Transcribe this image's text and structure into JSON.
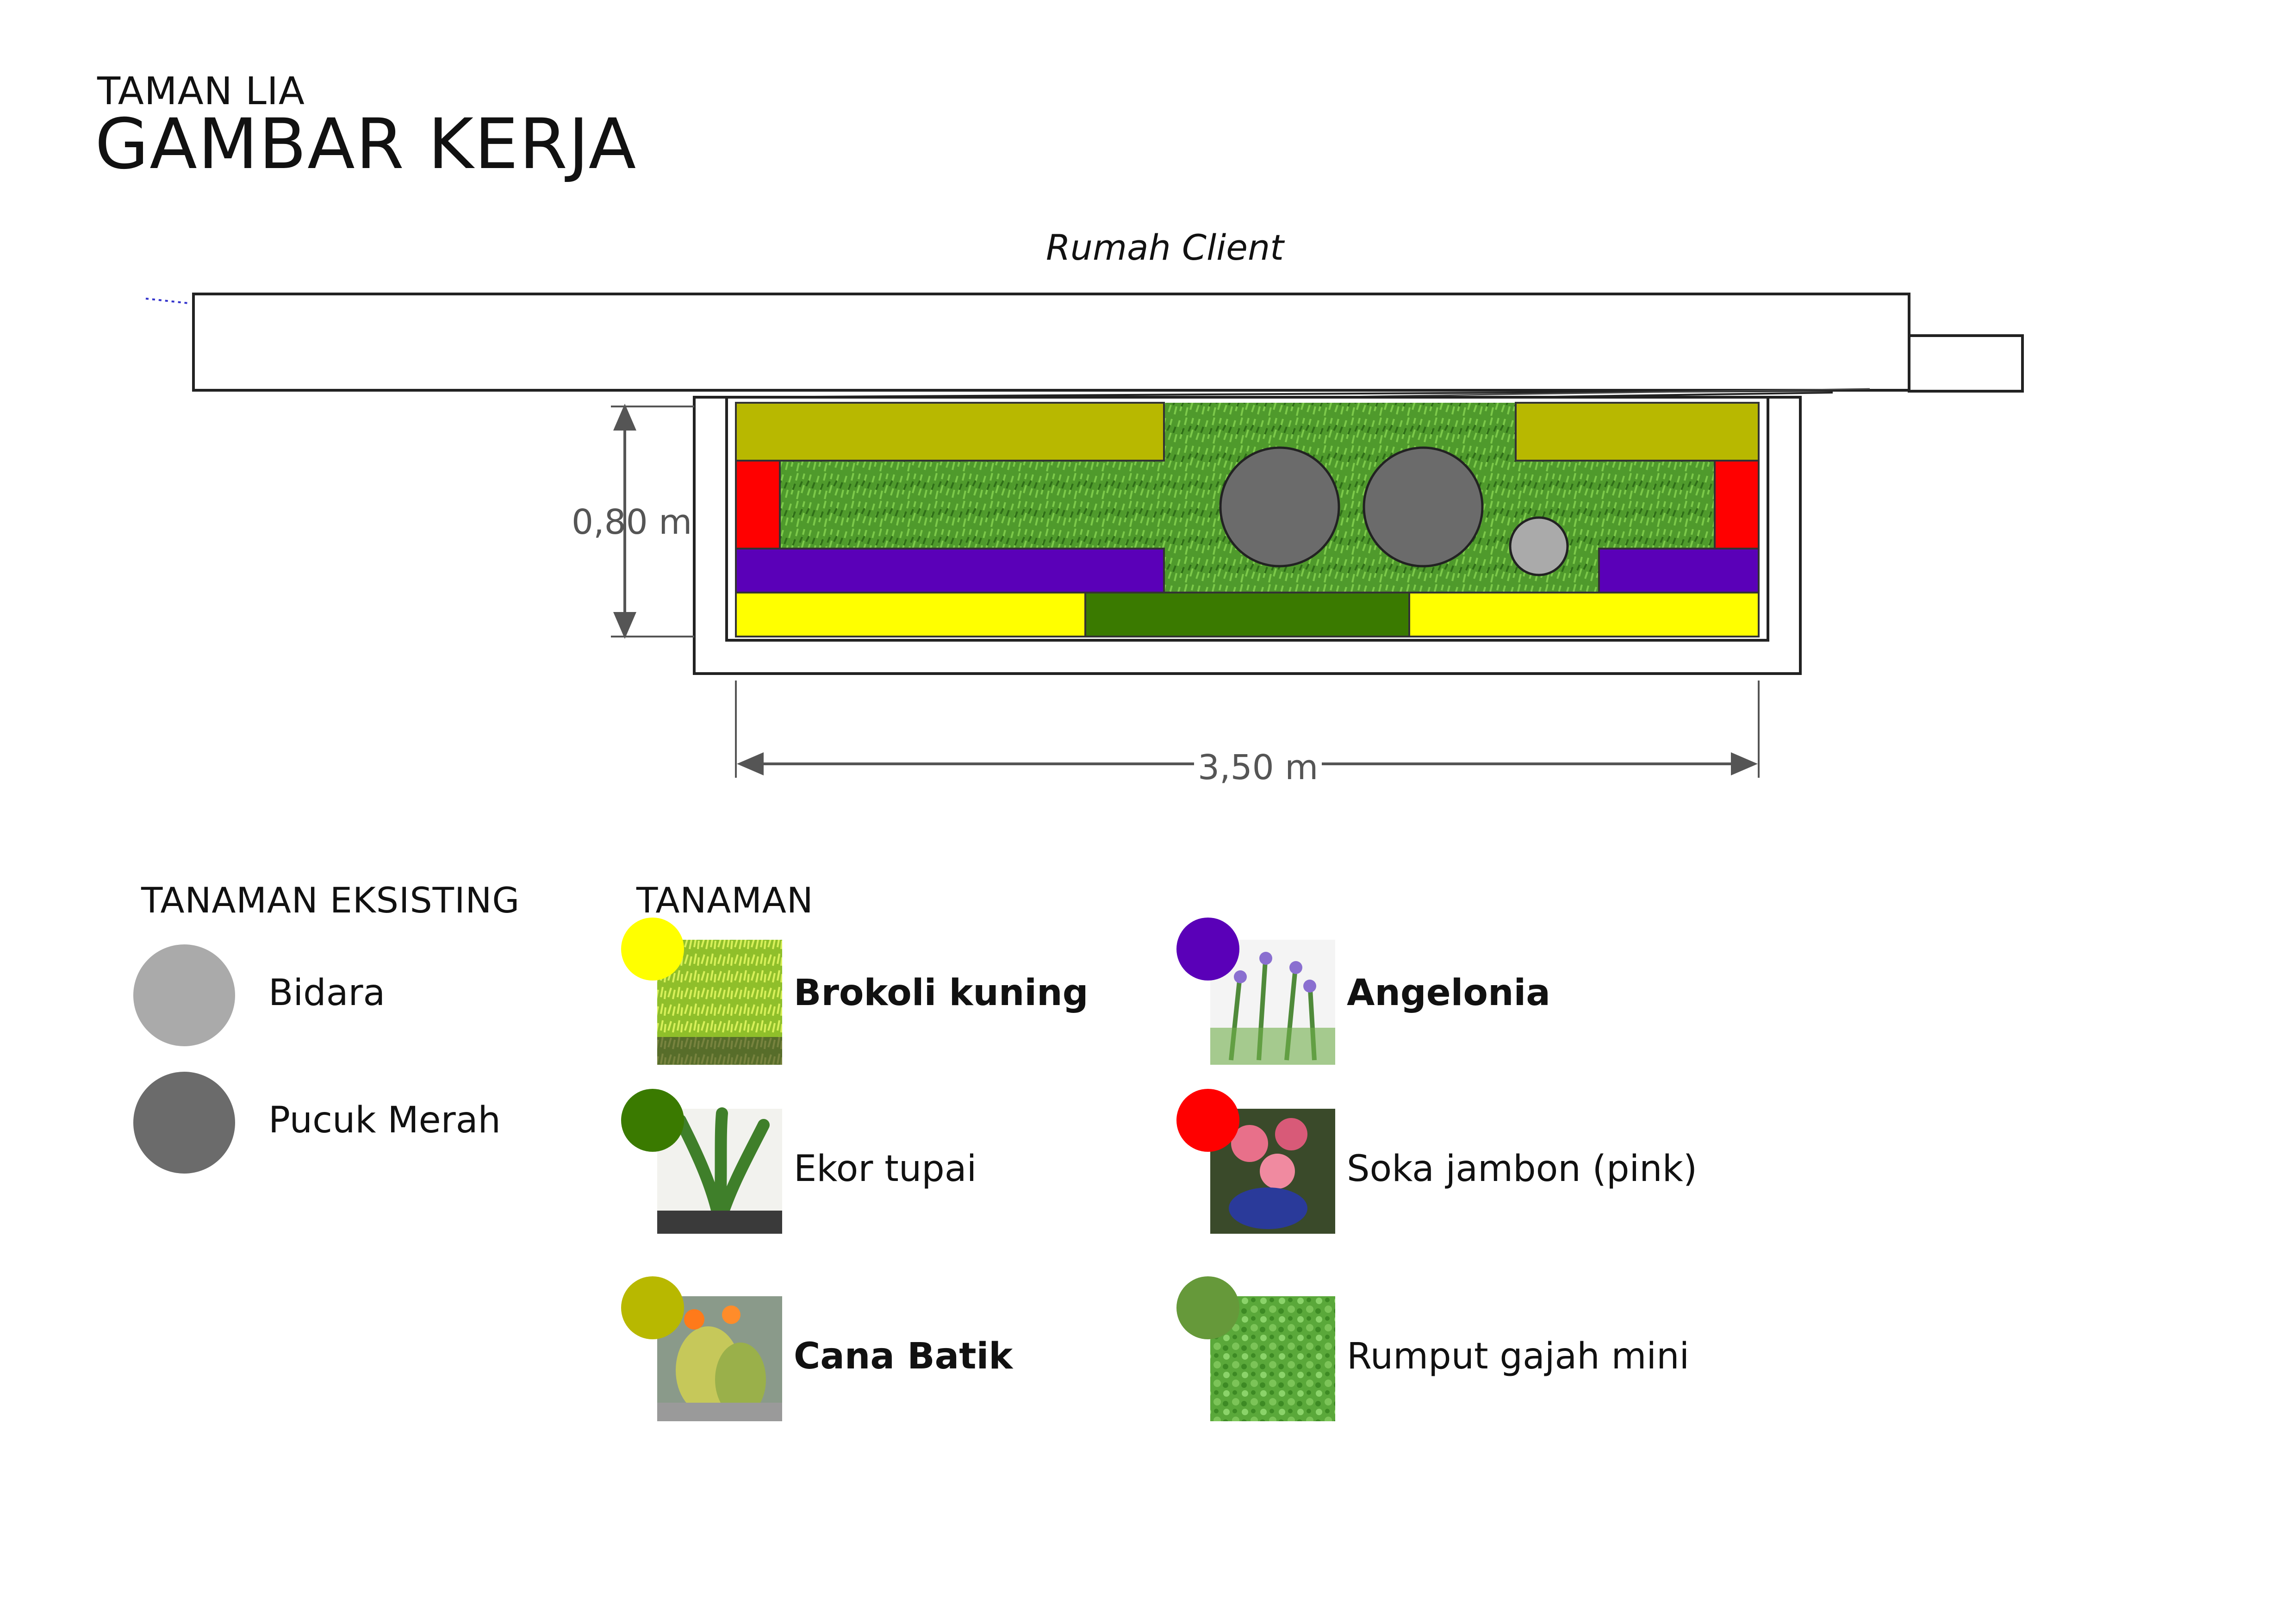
{
  "header": {
    "subtitle": "TAMAN LIA",
    "title": "GAMBAR KERJA"
  },
  "plan": {
    "house_label": "Rumah Client",
    "height_dimension": "0,80 m",
    "width_dimension": "3,50 m"
  },
  "legend": {
    "existing_title": "TANAMAN EKSISTING",
    "existing": [
      {
        "label": "Bidara",
        "color": "#aaaaaa"
      },
      {
        "label": "Pucuk Merah",
        "color": "#6b6b6b"
      }
    ],
    "plants_title": "TANAMAN",
    "plants": [
      {
        "label": "Brokoli kuning",
        "color": "#ffff00",
        "bold": true,
        "photo": "yellow-shrub-photo"
      },
      {
        "label": "Ekor tupai",
        "color": "#3a7a00",
        "bold": false,
        "photo": "foxtail-fern-photo"
      },
      {
        "label": "Cana Batik",
        "color": "#b8b800",
        "bold": true,
        "photo": "canna-photo"
      },
      {
        "label": "Angelonia",
        "color": "#5a00b8",
        "bold": true,
        "photo": "angelonia-photo"
      },
      {
        "label": "Soka jambon (pink)",
        "color": "#ff0000",
        "bold": false,
        "photo": "ixora-photo"
      },
      {
        "label": "Rumput gajah mini",
        "color": "#66993a",
        "bold": false,
        "photo": "grass-photo"
      }
    ]
  }
}
